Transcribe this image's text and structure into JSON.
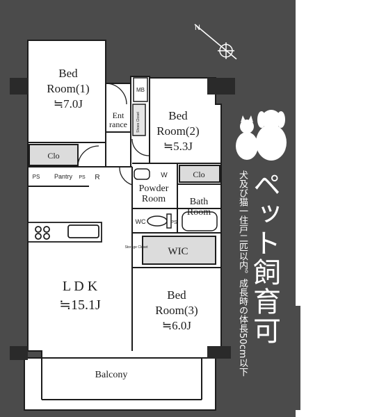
{
  "rooms": {
    "bed1": {
      "name_line1": "Bed",
      "name_line2": "Room(1)",
      "size": "≒7.0J"
    },
    "bed2": {
      "name_line1": "Bed",
      "name_line2": "Room(2)",
      "size": "≒5.3J"
    },
    "bed3": {
      "name_line1": "Bed",
      "name_line2": "Room(3)",
      "size": "≒6.0J"
    },
    "ldk": {
      "name": "L D K",
      "size": "≒15.1J"
    },
    "entrance": {
      "line1": "Ent",
      "line2": "rance"
    },
    "powder": {
      "line1": "Powder",
      "line2": "Room"
    },
    "bath": {
      "line1": "Bath",
      "line2": "Room"
    },
    "wic": "WIC",
    "clo1": "Clo",
    "clo2": "Clo",
    "balcony": "Balcony",
    "mb": "MB",
    "pantry": "Pantry",
    "ps1": "PS",
    "ps2": "PS",
    "ps3": "PS",
    "r": "R",
    "w": "W",
    "wc": "WC",
    "shoes_closet": "Shoes Closet",
    "storage": "Storage Closet"
  },
  "compass": "N",
  "pet_title": "ペット飼育可",
  "pet_note": "犬及び猫一住戸二匹以内。成長時の体長50cm以下",
  "colors": {
    "background_dark": "#4a4a4a",
    "ink": "#1c1c1c",
    "plan_bg": "#ffffff",
    "text_light": "#ffffff"
  }
}
